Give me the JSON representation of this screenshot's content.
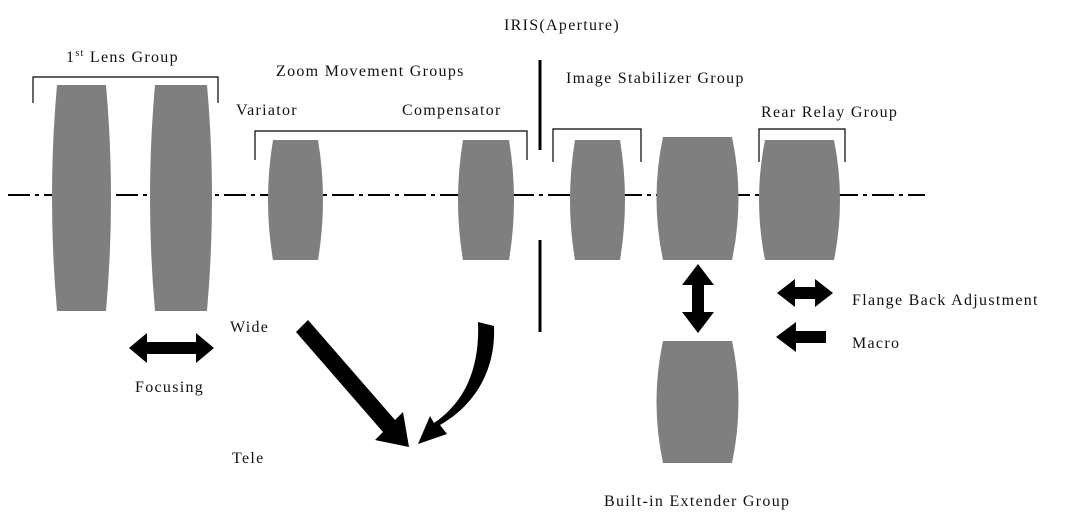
{
  "labels": {
    "first_lens_group_num": "1",
    "first_lens_group_sup": "st",
    "first_lens_group_rest": " Lens Group",
    "zoom_movement_groups": "Zoom Movement Groups",
    "variator": "Variator",
    "compensator": "Compensator",
    "iris": "IRIS(Aperture)",
    "image_stabilizer_group": "Image Stabilizer Group",
    "rear_relay_group": "Rear Relay Group",
    "flange_back_adjustment": "Flange Back Adjustment",
    "macro": "Macro",
    "wide": "Wide",
    "tele": "Tele",
    "focusing": "Focusing",
    "built_in_extender_group": "Built-in Extender Group"
  },
  "colors": {
    "lens": "#7f7f7f",
    "arrow": "#000000",
    "line": "#000000",
    "text": "#111111"
  }
}
